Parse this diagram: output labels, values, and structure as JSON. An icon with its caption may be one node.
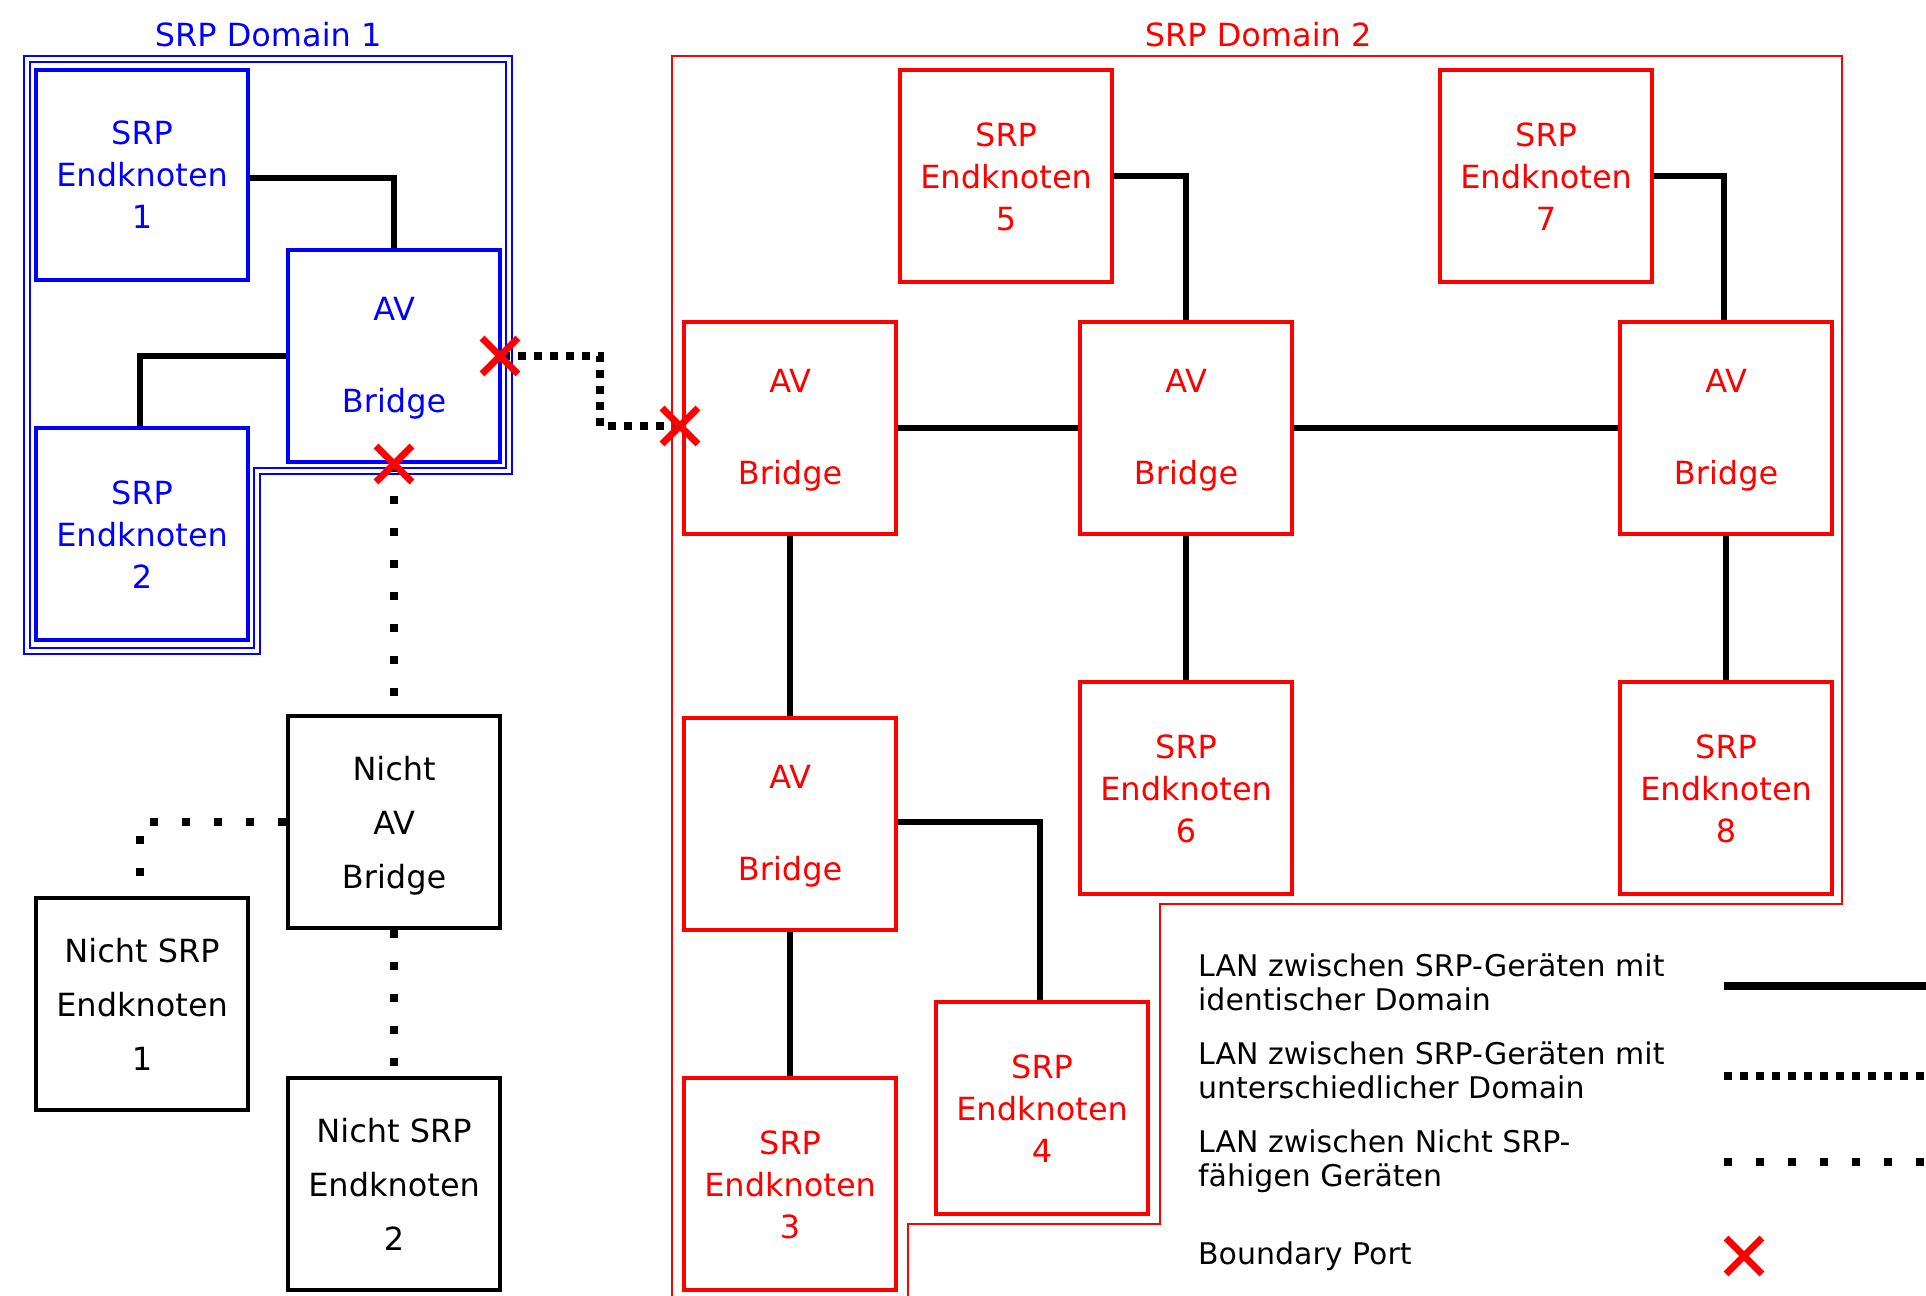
{
  "diagram": {
    "nodes": [
      {
        "text": [
          "SRP Domain 1"
        ]
      },
      {
        "text": [
          "SRP Endknoten 1"
        ],
        "in": 0
      },
      {
        "text": [
          "AV Bridge"
        ],
        "in": 0
      },
      {
        "text": [
          "SRP Endknoten 2"
        ],
        "in": 0
      },
      {
        "text": [
          "SRP Domain 2"
        ]
      },
      {
        "text": [
          "SRP Endknoten 5"
        ],
        "in": 4
      },
      {
        "text": [
          "SRP Endknoten 7"
        ],
        "in": 4
      },
      {
        "text": [
          "AV Bridge"
        ],
        "in": 4
      },
      {
        "text": [
          "AV Bridge"
        ],
        "in": 4
      },
      {
        "text": [
          "AV Bridge"
        ],
        "in": 4
      },
      {
        "text": [
          "SRP Endknoten 6"
        ],
        "in": 4
      },
      {
        "text": [
          "SRP Endknoten 8"
        ],
        "in": 4
      },
      {
        "text": [
          "AV Bridge"
        ],
        "in": 4
      },
      {
        "text": [
          "SRP Endknoten 3"
        ],
        "in": 4
      },
      {
        "text": [
          "SRP Endknoten 4"
        ],
        "in": 4
      },
      {
        "text": [
          "Nicht AV Bridge"
        ]
      },
      {
        "text": [
          "Nicht SRP Endknoten 1"
        ]
      },
      {
        "text": [
          "Nicht SRP Endknoten 2"
        ]
      }
    ],
    "edges": [
      {
        "from": 1,
        "to": 2,
        "arrow": "none"
      },
      {
        "from": 3,
        "to": 2,
        "arrow": "none"
      },
      {
        "from": 2,
        "to": 7,
        "arrow": "none",
        "style": "dashed"
      },
      {
        "from": 2,
        "to": 15,
        "arrow": "none",
        "style": "dashed"
      },
      {
        "from": 5,
        "to": 8,
        "arrow": "none"
      },
      {
        "from": 6,
        "to": 9,
        "arrow": "none"
      },
      {
        "from": 7,
        "to": 8,
        "arrow": "none"
      },
      {
        "from": 8,
        "to": 9,
        "arrow": "none"
      },
      {
        "from": 8,
        "to": 10,
        "arrow": "none"
      },
      {
        "from": 9,
        "to": 11,
        "arrow": "none"
      },
      {
        "from": 7,
        "to": 12,
        "arrow": "none"
      },
      {
        "from": 12,
        "to": 13,
        "arrow": "none"
      },
      {
        "from": 12,
        "to": 14,
        "arrow": "none"
      },
      {
        "from": 15,
        "to": 16,
        "arrow": "none",
        "style": "dashed"
      },
      {
        "from": 15,
        "to": 17,
        "arrow": "none",
        "style": "dashed"
      }
    ],
    "legend": [
      {
        "text": "LAN zwischen SRP-Geräten mit identischer Domain"
      },
      {
        "text": "LAN zwischen SRP-Geräten mit unterschiedlicher Domain"
      },
      {
        "text": "LAN zwischen Nicht SRP-fähigen Geräten"
      },
      {
        "text": "Boundary Port"
      }
    ]
  }
}
